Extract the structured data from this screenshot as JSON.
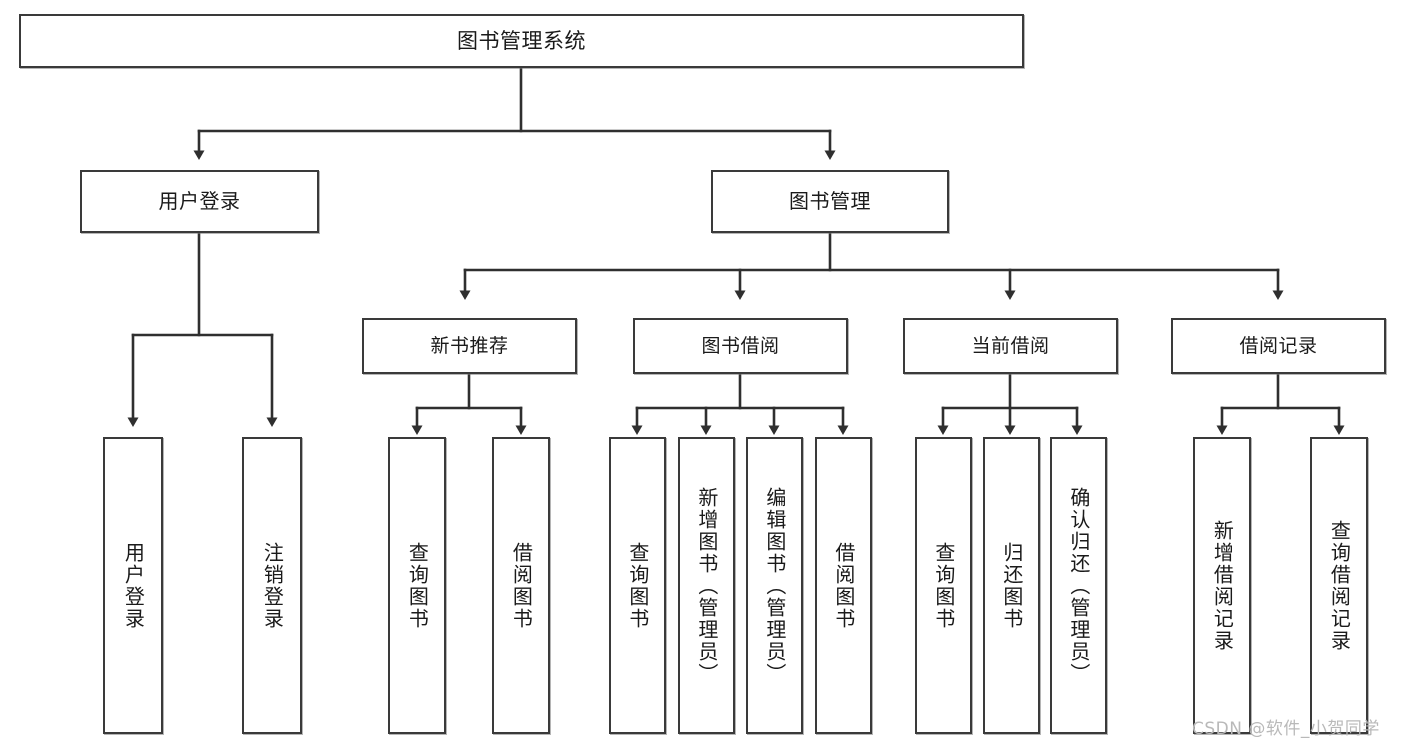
{
  "diagram": {
    "title": "图书管理系统",
    "type": "tree-hierarchy",
    "watermark": "CSDN @软件_小贺同学",
    "colors": {
      "box_border": "#3a3a3a",
      "box_fill": "#ffffff",
      "connector": "#2f2f2f",
      "text": "#1a1a1a",
      "watermark": "#b9b9b9",
      "background": "#ffffff"
    },
    "nodes": {
      "root": {
        "label": "图书管理系统"
      },
      "level2": [
        {
          "id": "user-login",
          "label": "用户登录"
        },
        {
          "id": "book-manage",
          "label": "图书管理"
        }
      ],
      "level3": [
        {
          "id": "new-book-rec",
          "label": "新书推荐"
        },
        {
          "id": "book-borrow",
          "label": "图书借阅"
        },
        {
          "id": "current-borrow",
          "label": "当前借阅"
        },
        {
          "id": "borrow-record",
          "label": "借阅记录"
        }
      ],
      "leaves": {
        "user-login": [
          {
            "id": "leaf-user-login",
            "label": "用户登录"
          },
          {
            "id": "leaf-logout",
            "label": "注销登录"
          }
        ],
        "new-book-rec": [
          {
            "id": "leaf-query-book-1",
            "label": "查询图书"
          },
          {
            "id": "leaf-borrow-book-1",
            "label": "借阅图书"
          }
        ],
        "book-borrow": [
          {
            "id": "leaf-query-book-2",
            "label": "查询图书"
          },
          {
            "id": "leaf-add-book",
            "label": "新增图书（管理员）"
          },
          {
            "id": "leaf-edit-book",
            "label": "编辑图书（管理员）"
          },
          {
            "id": "leaf-borrow-book-2",
            "label": "借阅图书"
          }
        ],
        "current-borrow": [
          {
            "id": "leaf-query-book-3",
            "label": "查询图书"
          },
          {
            "id": "leaf-return-book",
            "label": "归还图书"
          },
          {
            "id": "leaf-confirm-return",
            "label": "确认归还（管理员）"
          }
        ],
        "borrow-record": [
          {
            "id": "leaf-add-record",
            "label": "新增借阅记录"
          },
          {
            "id": "leaf-query-record",
            "label": "查询借阅记录"
          }
        ]
      }
    }
  }
}
